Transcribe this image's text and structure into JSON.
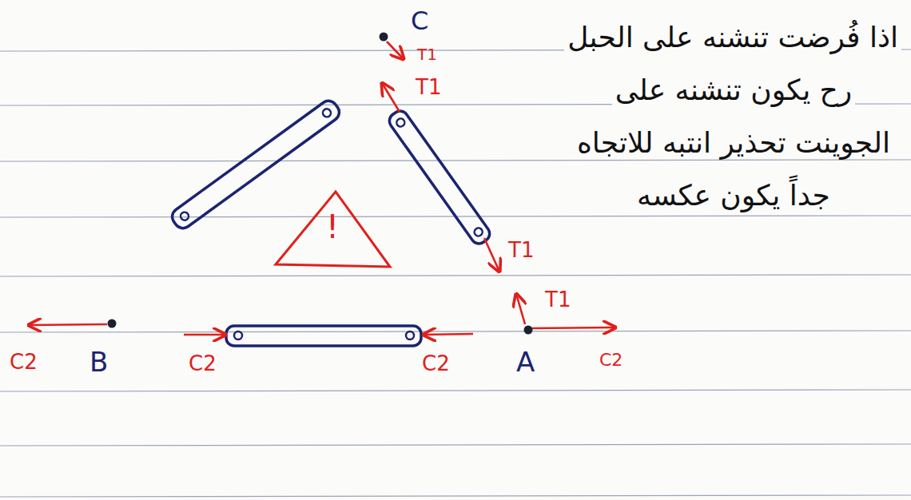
{
  "diagram": {
    "labels": [
      "C",
      "T1",
      "T1",
      "T1",
      "T1",
      "C2",
      "B",
      "C2",
      "C2",
      "A",
      "C2",
      "!",
      "اذا فُرضت تنشنه على الحبل رح يكون تنشنه على الجوينت تحذير انتبه للاتجاه جداً يكون عكسه"
    ]
  }
}
